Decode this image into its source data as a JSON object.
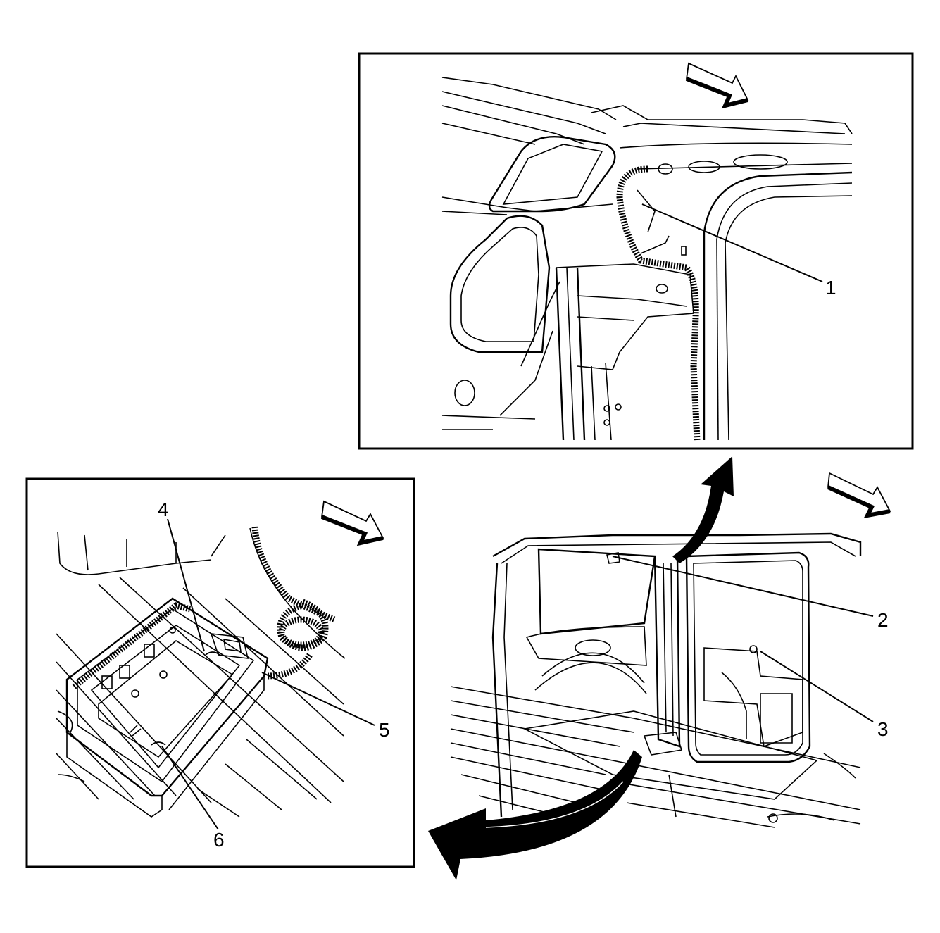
{
  "callouts": {
    "c1": "1",
    "c2": "2",
    "c3": "3",
    "c4": "4",
    "c5": "5",
    "c6": "6"
  },
  "icons": {
    "direction_arrow": "front-direction-arrow-icon",
    "view_arrow": "detail-view-arrow-icon"
  },
  "colors": {
    "line": "#000000",
    "background": "#ffffff"
  }
}
